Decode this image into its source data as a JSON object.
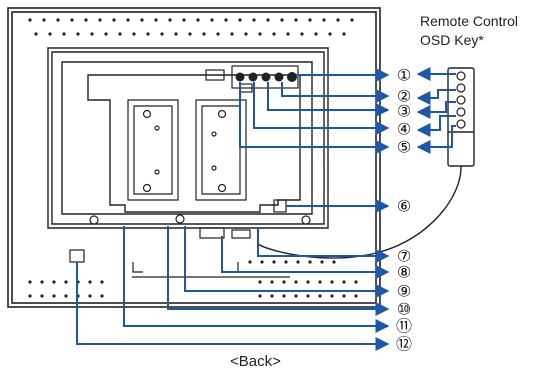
{
  "remote": {
    "line1": "Remote Control",
    "line2": "OSD Key*"
  },
  "caption": "<Back>",
  "callouts": [
    "①",
    "②",
    "③",
    "④",
    "⑤",
    "⑥",
    "⑦",
    "⑧",
    "⑨",
    "⑩",
    "⑪",
    "⑫"
  ],
  "colors": {
    "arrow": "#1f57a8",
    "outline": "#222222",
    "panel": "#ffffff"
  }
}
